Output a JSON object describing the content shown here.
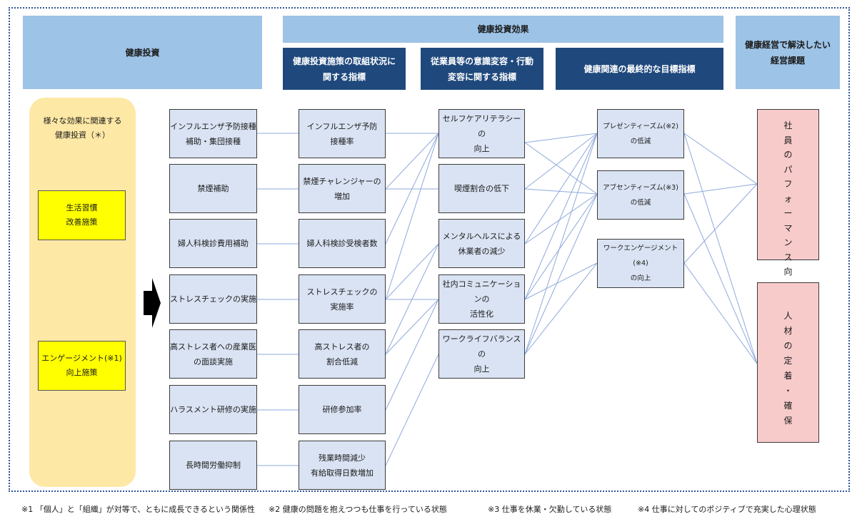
{
  "headers": {
    "investment": "健康投資",
    "effects": "健康投資効果",
    "goal": "健康経営で解決したい\n経営課題",
    "sub_effort": "健康投資施策の取組状況に\n関する指標",
    "sub_awareness": "従業員等の意識変容・行動\n変容に関する指標",
    "sub_final": "健康関連の最終的な目標指標"
  },
  "left_panel": {
    "note": "様々な効果に関連する\n健康投資（＊）",
    "box_lifestyle": "生活習慣\n改善施策",
    "box_engagement": "エンゲージメント(※1)\n向上施策"
  },
  "columns": {
    "measures": [
      "インフルエンザ予防接種\n補助・集団接種",
      "禁煙補助",
      "婦人科検診費用補助",
      "ストレスチェックの実施",
      "高ストレス者への産業医\nの面談実施",
      "ハラスメント研修の実施",
      "長時間労働抑制"
    ],
    "effort_indicators": [
      "インフルエンザ予防\n接種率",
      "禁煙チャレンジャーの\n増加",
      "婦人科検診受検者数",
      "ストレスチェックの\n実施率",
      "高ストレス者の\n割合低減",
      "研修参加率",
      "残業時間減少\n有給取得日数増加"
    ],
    "awareness_indicators": [
      "セルフケアリテラシーの\n向上",
      "喫煙割合の低下",
      "メンタルヘルスによる\n休業者の減少",
      "社内コミュニケーションの\n活性化",
      "ワークライフバランスの\n向上"
    ],
    "final_indicators": [
      "プレゼンティーズム(※2)\nの低減",
      "アブセンティーズム(※3)\nの低減",
      "ワークエンゲージメント(※4)\nの向上"
    ],
    "goals": [
      "社\n員\nの\nパ\nフ\nォ\nー\nマ\nン\nス\n向\n上",
      "人\n材\nの\n定\n着\n・\n確\n保"
    ]
  },
  "footnotes": [
    "※1 「個人」と「組織」が対等で、ともに成長できるという関係性",
    "※2  健康の問題を抱えつつも仕事を行っている状態",
    "※3  仕事を休業・欠勤している状態",
    "※4  仕事に対してのポジティブで充実した心理状態"
  ],
  "colors": {
    "header_light": "#9dc3e6",
    "header_dark": "#1f497d",
    "box_fill": "#dae3f3",
    "panel_fill": "#fde8a5",
    "highlight": "#ffff00",
    "goal_fill": "#f8cbcb",
    "connector": "#8fa9dc"
  }
}
